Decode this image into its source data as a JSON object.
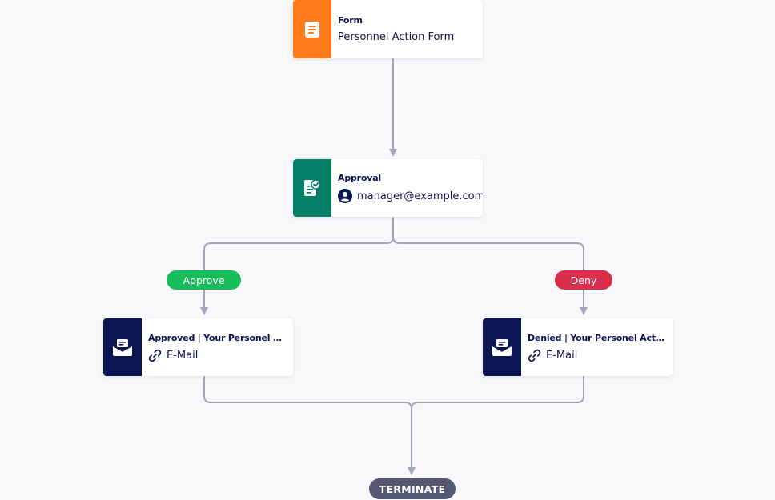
{
  "colors": {
    "connector": "#a3a7bb",
    "form_tile": "#ff7b1c",
    "approval_tile": "#018067",
    "email_tile": "#0a1551",
    "approve_pill": "#18bd5b",
    "deny_pill": "#d92d4a",
    "terminate_pill": "#545872",
    "text_dark": "#0a1551"
  },
  "nodes": {
    "form": {
      "title": "Form",
      "subtitle": "Personnel Action Form",
      "icon": "form-document-icon"
    },
    "approval": {
      "title": "Approval",
      "assignee": "manager@example.com",
      "icon": "approval-clipboard-check-icon",
      "assignee_icon": "user-icon"
    },
    "email_approved": {
      "title": "Approved | Your Personel Action Form",
      "subtitle": "E-Mail",
      "icon": "envelope-icon",
      "subtitle_icon": "link-icon"
    },
    "email_denied": {
      "title": "Denied | Your Personel Action Form",
      "subtitle": "E-Mail",
      "icon": "envelope-icon",
      "subtitle_icon": "link-icon"
    }
  },
  "branches": {
    "approve": {
      "label": "Approve"
    },
    "deny": {
      "label": "Deny"
    }
  },
  "terminate": {
    "label": "TERMINATE"
  }
}
